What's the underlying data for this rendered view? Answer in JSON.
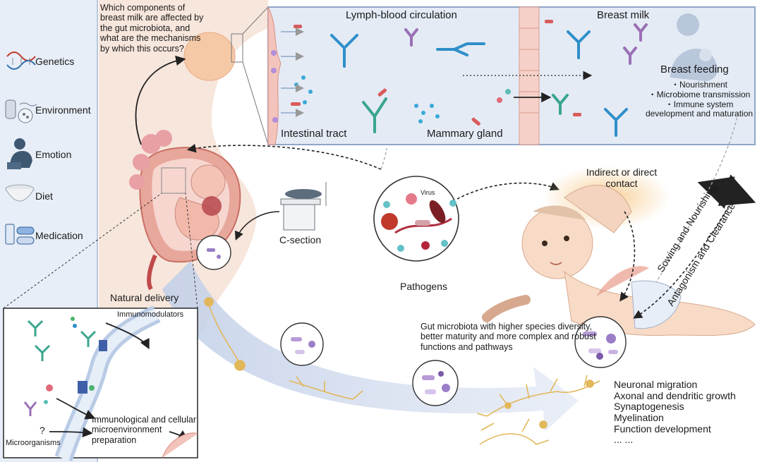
{
  "question": "Which components of breast milk are affected by the gut microbiota, and what are the mechanisms by which this occurs?",
  "factors": [
    {
      "label": "Genetics",
      "icon": "dna-icon"
    },
    {
      "label": "Environment",
      "icon": "environment-icon"
    },
    {
      "label": "Emotion",
      "icon": "emotion-icon"
    },
    {
      "label": "Diet",
      "icon": "diet-bowl-icon"
    },
    {
      "label": "Medication",
      "icon": "medication-icon"
    }
  ],
  "top_panel": {
    "lymph_blood": "Lymph-blood circulation",
    "breast_milk": "Breast milk",
    "breast_feeding": "Breast feeding",
    "intestinal_tract": "Intestinal tract",
    "mammary_gland": "Mammary gland",
    "benefits": [
      "Nourishment",
      "Microbiome transmission",
      "Immune system development and maturation"
    ]
  },
  "middle": {
    "c_section": "C-section",
    "natural_delivery": "Natural delivery",
    "pathogens": "Pathogens",
    "virus": "Virus",
    "contact": "Indirect or direct contact",
    "sowing": "Sowing and Nourishing",
    "antagonism": "Antagonism and Clearance",
    "gut_microbiota": "Gut microbiota with higher species diversity, better maturity and more complex and robust functions and pathways"
  },
  "inset": {
    "immunomodulators": "Immunomodulators",
    "microenvironment": "Immunological and cellular microenvironment preparation",
    "microorganisms": "Microorganisms",
    "question_mark": "?"
  },
  "neuro_outcomes": [
    "Neuronal migration",
    "Axonal and dendritic growth",
    "Synaptogenesis",
    "Myelination",
    "Function development",
    "... ..."
  ],
  "colors": {
    "sidebar_bg": "#e8eef7",
    "panel_border": "#8fa6c8",
    "panel_bg": "#dde6f3",
    "tissue": "#f4c6b8",
    "antibody_blue": "#2f8fc9",
    "antibody_teal": "#3aa58f",
    "arrow_big": "#c8d4ea",
    "neuron": "#e2b75a"
  }
}
